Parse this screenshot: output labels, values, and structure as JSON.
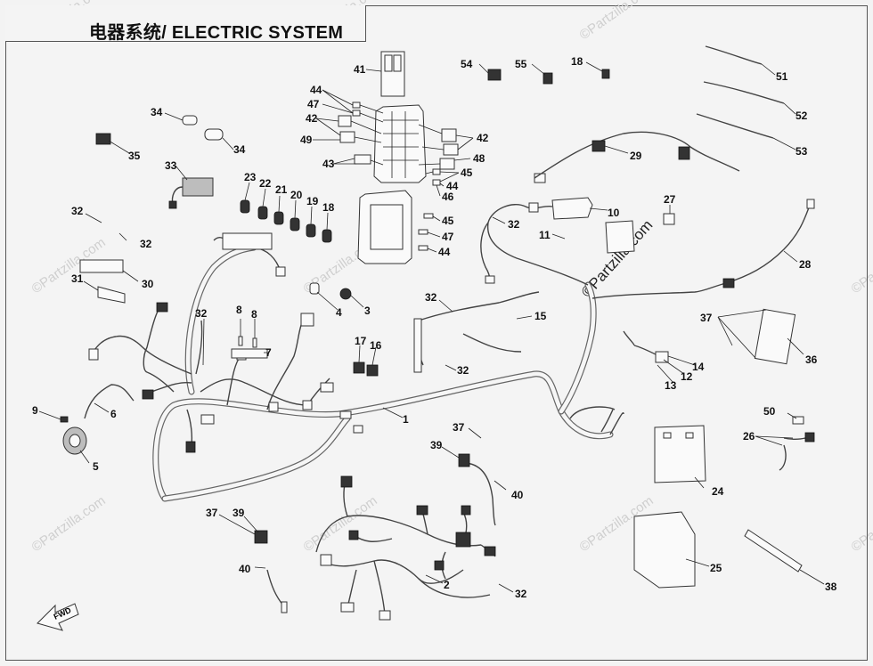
{
  "header": {
    "title": "电器系统/ ELECTRIC SYSTEM"
  },
  "watermark": "©Partzilla.com",
  "watermark_center": "©Partzilla.com",
  "orientation_label": "FWD",
  "callouts": [
    {
      "id": "c41",
      "label": "41"
    },
    {
      "id": "c44a",
      "label": "44"
    },
    {
      "id": "c47a",
      "label": "47"
    },
    {
      "id": "c42a",
      "label": "42"
    },
    {
      "id": "c49",
      "label": "49"
    },
    {
      "id": "c43",
      "label": "43"
    },
    {
      "id": "c42b",
      "label": "42"
    },
    {
      "id": "c48",
      "label": "48"
    },
    {
      "id": "c45a",
      "label": "45"
    },
    {
      "id": "c44b",
      "label": "44"
    },
    {
      "id": "c46",
      "label": "46"
    },
    {
      "id": "c45b",
      "label": "45"
    },
    {
      "id": "c47b",
      "label": "47"
    },
    {
      "id": "c44c",
      "label": "44"
    },
    {
      "id": "c54",
      "label": "54"
    },
    {
      "id": "c55",
      "label": "55"
    },
    {
      "id": "c18a",
      "label": "18"
    },
    {
      "id": "c51",
      "label": "51"
    },
    {
      "id": "c52",
      "label": "52"
    },
    {
      "id": "c53",
      "label": "53"
    },
    {
      "id": "c34a",
      "label": "34"
    },
    {
      "id": "c34b",
      "label": "34"
    },
    {
      "id": "c35",
      "label": "35"
    },
    {
      "id": "c33",
      "label": "33"
    },
    {
      "id": "c23",
      "label": "23"
    },
    {
      "id": "c22",
      "label": "22"
    },
    {
      "id": "c21",
      "label": "21"
    },
    {
      "id": "c20",
      "label": "20"
    },
    {
      "id": "c19",
      "label": "19"
    },
    {
      "id": "c18b",
      "label": "18"
    },
    {
      "id": "c29",
      "label": "29"
    },
    {
      "id": "c10",
      "label": "10"
    },
    {
      "id": "c27",
      "label": "27"
    },
    {
      "id": "c32a",
      "label": "32"
    },
    {
      "id": "c32b",
      "label": "32"
    },
    {
      "id": "c32c",
      "label": "32"
    },
    {
      "id": "c11",
      "label": "11"
    },
    {
      "id": "c28",
      "label": "28"
    },
    {
      "id": "c30",
      "label": "30"
    },
    {
      "id": "c31",
      "label": "31"
    },
    {
      "id": "c32d",
      "label": "32"
    },
    {
      "id": "c4",
      "label": "4"
    },
    {
      "id": "c3",
      "label": "3"
    },
    {
      "id": "c32e",
      "label": "32"
    },
    {
      "id": "c15",
      "label": "15"
    },
    {
      "id": "c37a",
      "label": "37"
    },
    {
      "id": "c36",
      "label": "36"
    },
    {
      "id": "c8a",
      "label": "8"
    },
    {
      "id": "c8b",
      "label": "8"
    },
    {
      "id": "c7",
      "label": "7"
    },
    {
      "id": "c17",
      "label": "17"
    },
    {
      "id": "c16",
      "label": "16"
    },
    {
      "id": "c32f",
      "label": "32"
    },
    {
      "id": "c14",
      "label": "14"
    },
    {
      "id": "c12",
      "label": "12"
    },
    {
      "id": "c13",
      "label": "13"
    },
    {
      "id": "c9",
      "label": "9"
    },
    {
      "id": "c6",
      "label": "6"
    },
    {
      "id": "c1",
      "label": "1"
    },
    {
      "id": "c37b",
      "label": "37"
    },
    {
      "id": "c50",
      "label": "50"
    },
    {
      "id": "c26",
      "label": "26"
    },
    {
      "id": "c5",
      "label": "5"
    },
    {
      "id": "c39a",
      "label": "39"
    },
    {
      "id": "c24",
      "label": "24"
    },
    {
      "id": "c40a",
      "label": "40"
    },
    {
      "id": "c37c",
      "label": "37"
    },
    {
      "id": "c39b",
      "label": "39"
    },
    {
      "id": "c25",
      "label": "25"
    },
    {
      "id": "c40b",
      "label": "40"
    },
    {
      "id": "c2",
      "label": "2"
    },
    {
      "id": "c32g",
      "label": "32"
    },
    {
      "id": "c38",
      "label": "38"
    }
  ]
}
